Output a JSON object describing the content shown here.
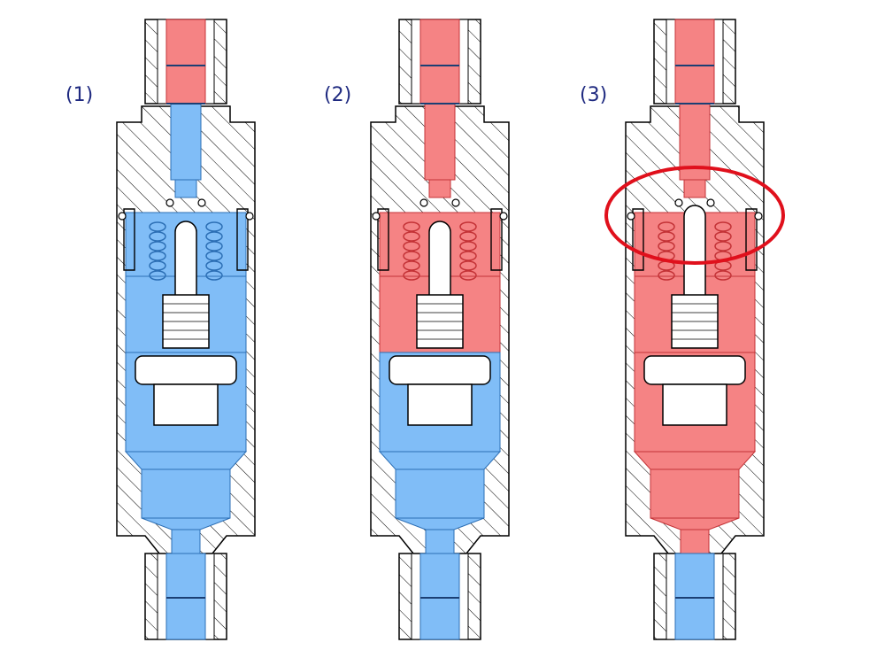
{
  "labels": [
    "(1)",
    "(2)",
    "(3)"
  ],
  "colors": {
    "fluid_a": "#80bdf7",
    "fluid_b": "#f58384",
    "fluid_a_stroke": "#2c6fb5",
    "fluid_b_stroke": "#c43337",
    "outline": "#000000",
    "highlight": "#e0101c",
    "label_text": "#1f2a80"
  },
  "states": [
    {
      "fluid_level": "high",
      "highlight": false
    },
    {
      "fluid_level": "mid",
      "highlight": false
    },
    {
      "fluid_level": "low",
      "highlight": true
    }
  ]
}
